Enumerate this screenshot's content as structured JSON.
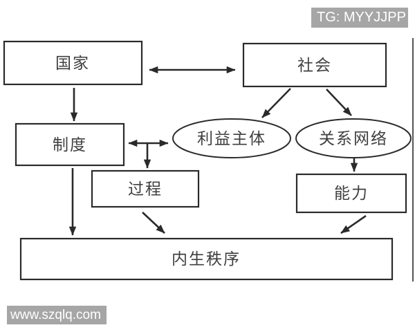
{
  "watermarks": {
    "telegram": "TG: MYYJJPP",
    "website": "www.szqlq.com"
  },
  "diagram": {
    "nodes": {
      "state": {
        "label": "国家",
        "shape": "rect"
      },
      "society": {
        "label": "社会",
        "shape": "rect"
      },
      "institution": {
        "label": "制度",
        "shape": "rect"
      },
      "interest_subjects": {
        "label": "利益主体",
        "shape": "ellipse"
      },
      "relationship_network": {
        "label": "关系网络",
        "shape": "ellipse"
      },
      "process": {
        "label": "过程",
        "shape": "rect"
      },
      "capability": {
        "label": "能力",
        "shape": "rect"
      },
      "endogenous_order": {
        "label": "内生秩序",
        "shape": "rect"
      }
    },
    "edges": [
      {
        "from": "state",
        "to": "society",
        "type": "bidirectional"
      },
      {
        "from": "state",
        "to": "institution",
        "type": "directed"
      },
      {
        "from": "society",
        "to": "interest_subjects",
        "type": "directed"
      },
      {
        "from": "society",
        "to": "relationship_network",
        "type": "directed"
      },
      {
        "from": "institution",
        "to": "interest_subjects",
        "type": "bidirectional"
      },
      {
        "from": "institution-interest_subjects-link",
        "to": "process",
        "type": "directed"
      },
      {
        "from": "institution",
        "to": "endogenous_order",
        "type": "directed"
      },
      {
        "from": "process",
        "to": "endogenous_order",
        "type": "directed"
      },
      {
        "from": "relationship_network",
        "to": "capability",
        "type": "directed"
      },
      {
        "from": "capability",
        "to": "endogenous_order",
        "type": "directed"
      }
    ],
    "colors": {
      "line": "#2a2a2a",
      "text": "#3f3f3f",
      "watermark_bg": "#a6a6a6",
      "watermark_text": "#ffffff",
      "background": "#ffffff"
    }
  }
}
